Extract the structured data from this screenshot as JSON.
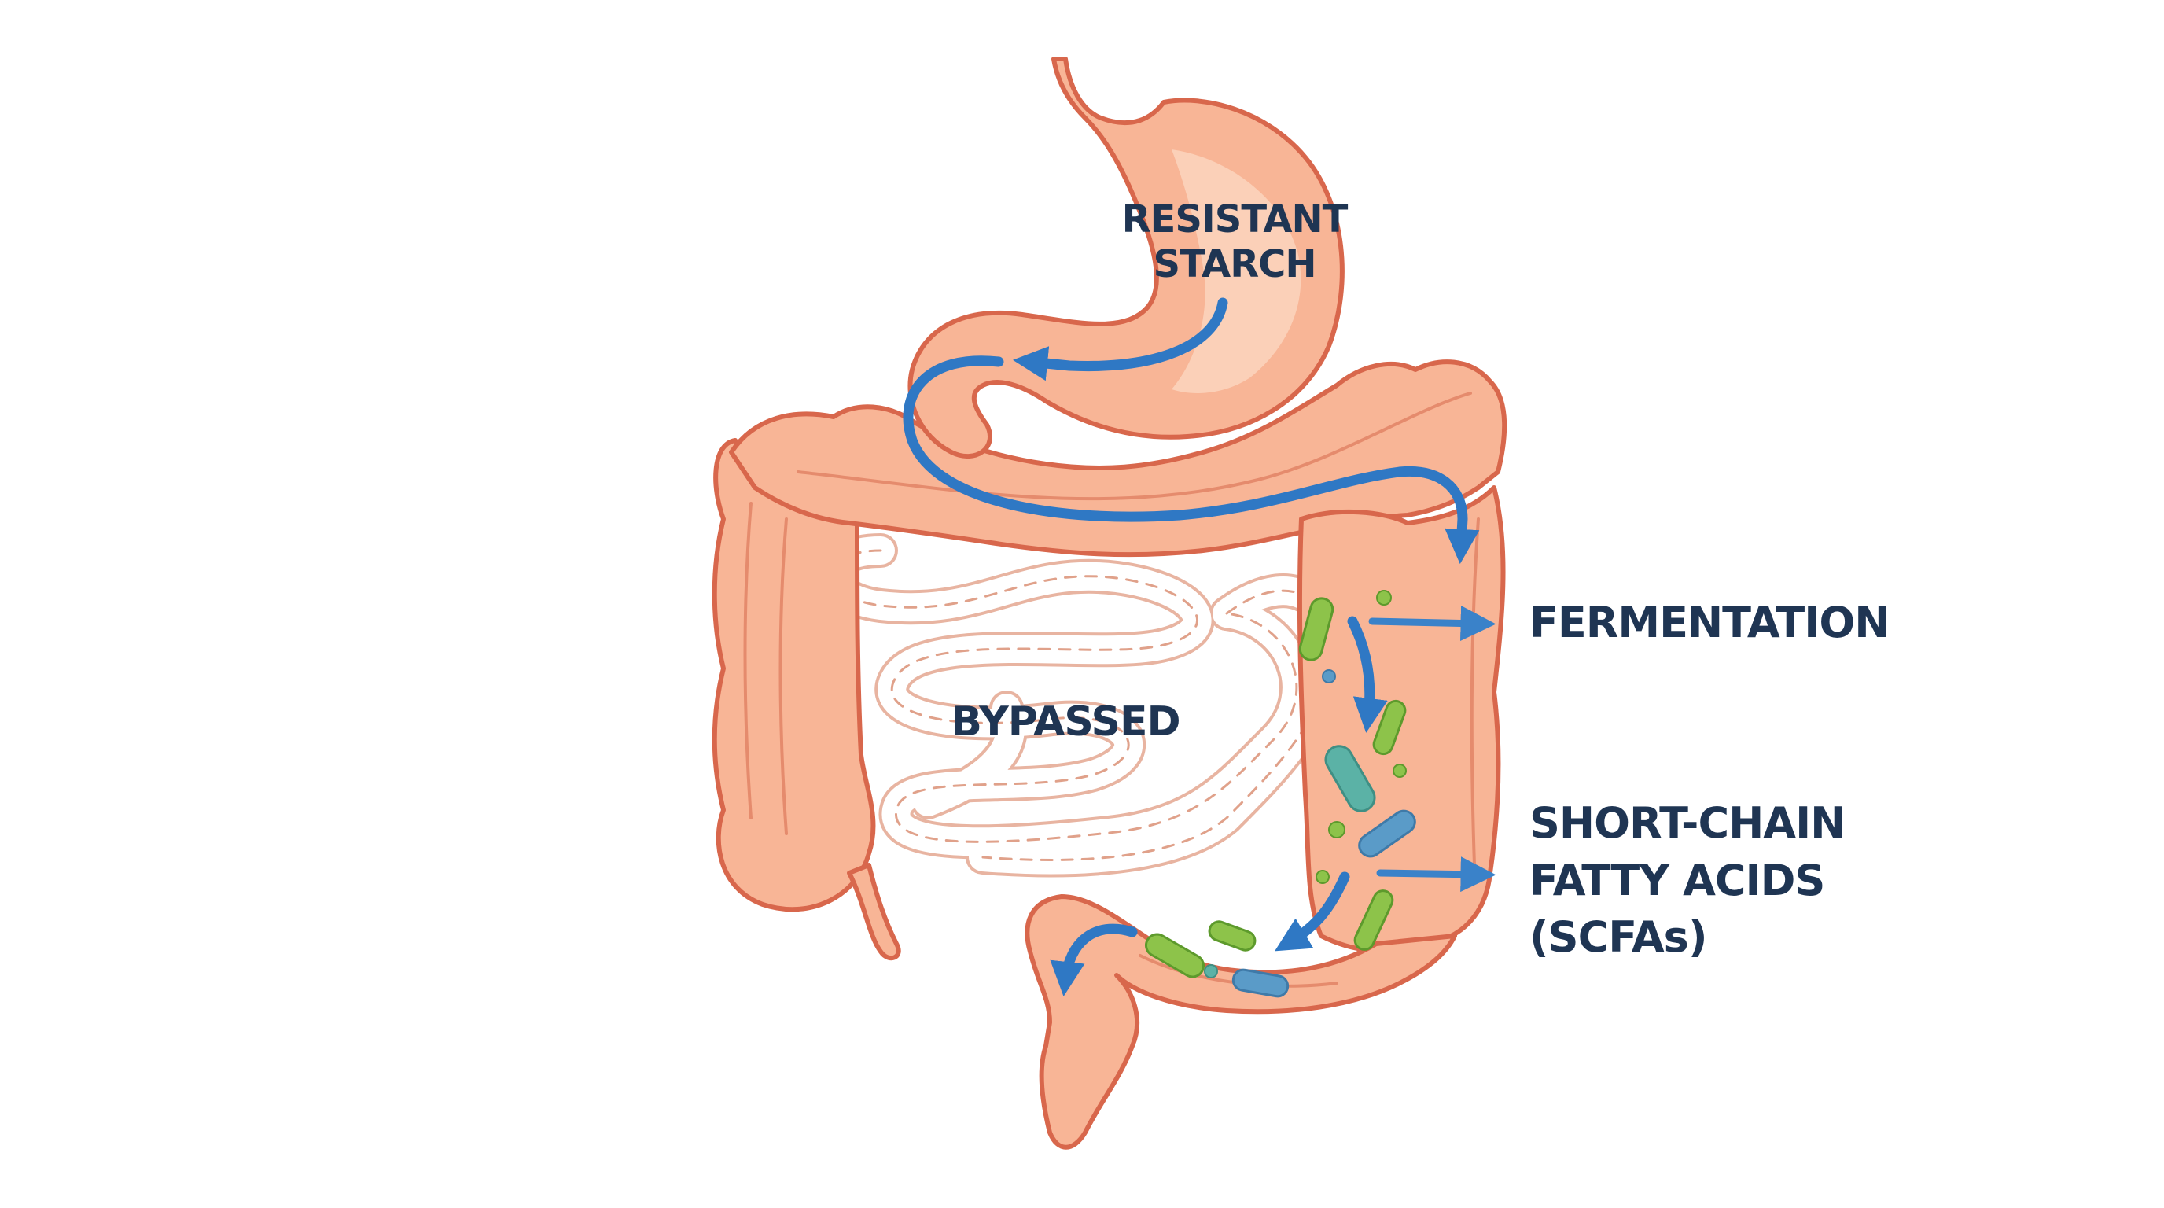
{
  "labels": {
    "resistant_starch_line1": "RESISTANT",
    "resistant_starch_line2": "STARCH",
    "bypassed": "BYPASSED",
    "fermentation": "FERMENTATION",
    "scfa_line1": "SHORT-CHAIN",
    "scfa_line2": "FATTY ACIDS",
    "scfa_line3": "(SCFAs)"
  },
  "colors": {
    "organ_fill": "#f8b596",
    "organ_outline": "#d8674c",
    "flow_arrow": "#2f78c4",
    "label_text": "#1f3553",
    "bacteria_green": "#8dc34a",
    "bacteria_teal": "#5bb2a6",
    "bacteria_blue": "#5a9bc8"
  }
}
